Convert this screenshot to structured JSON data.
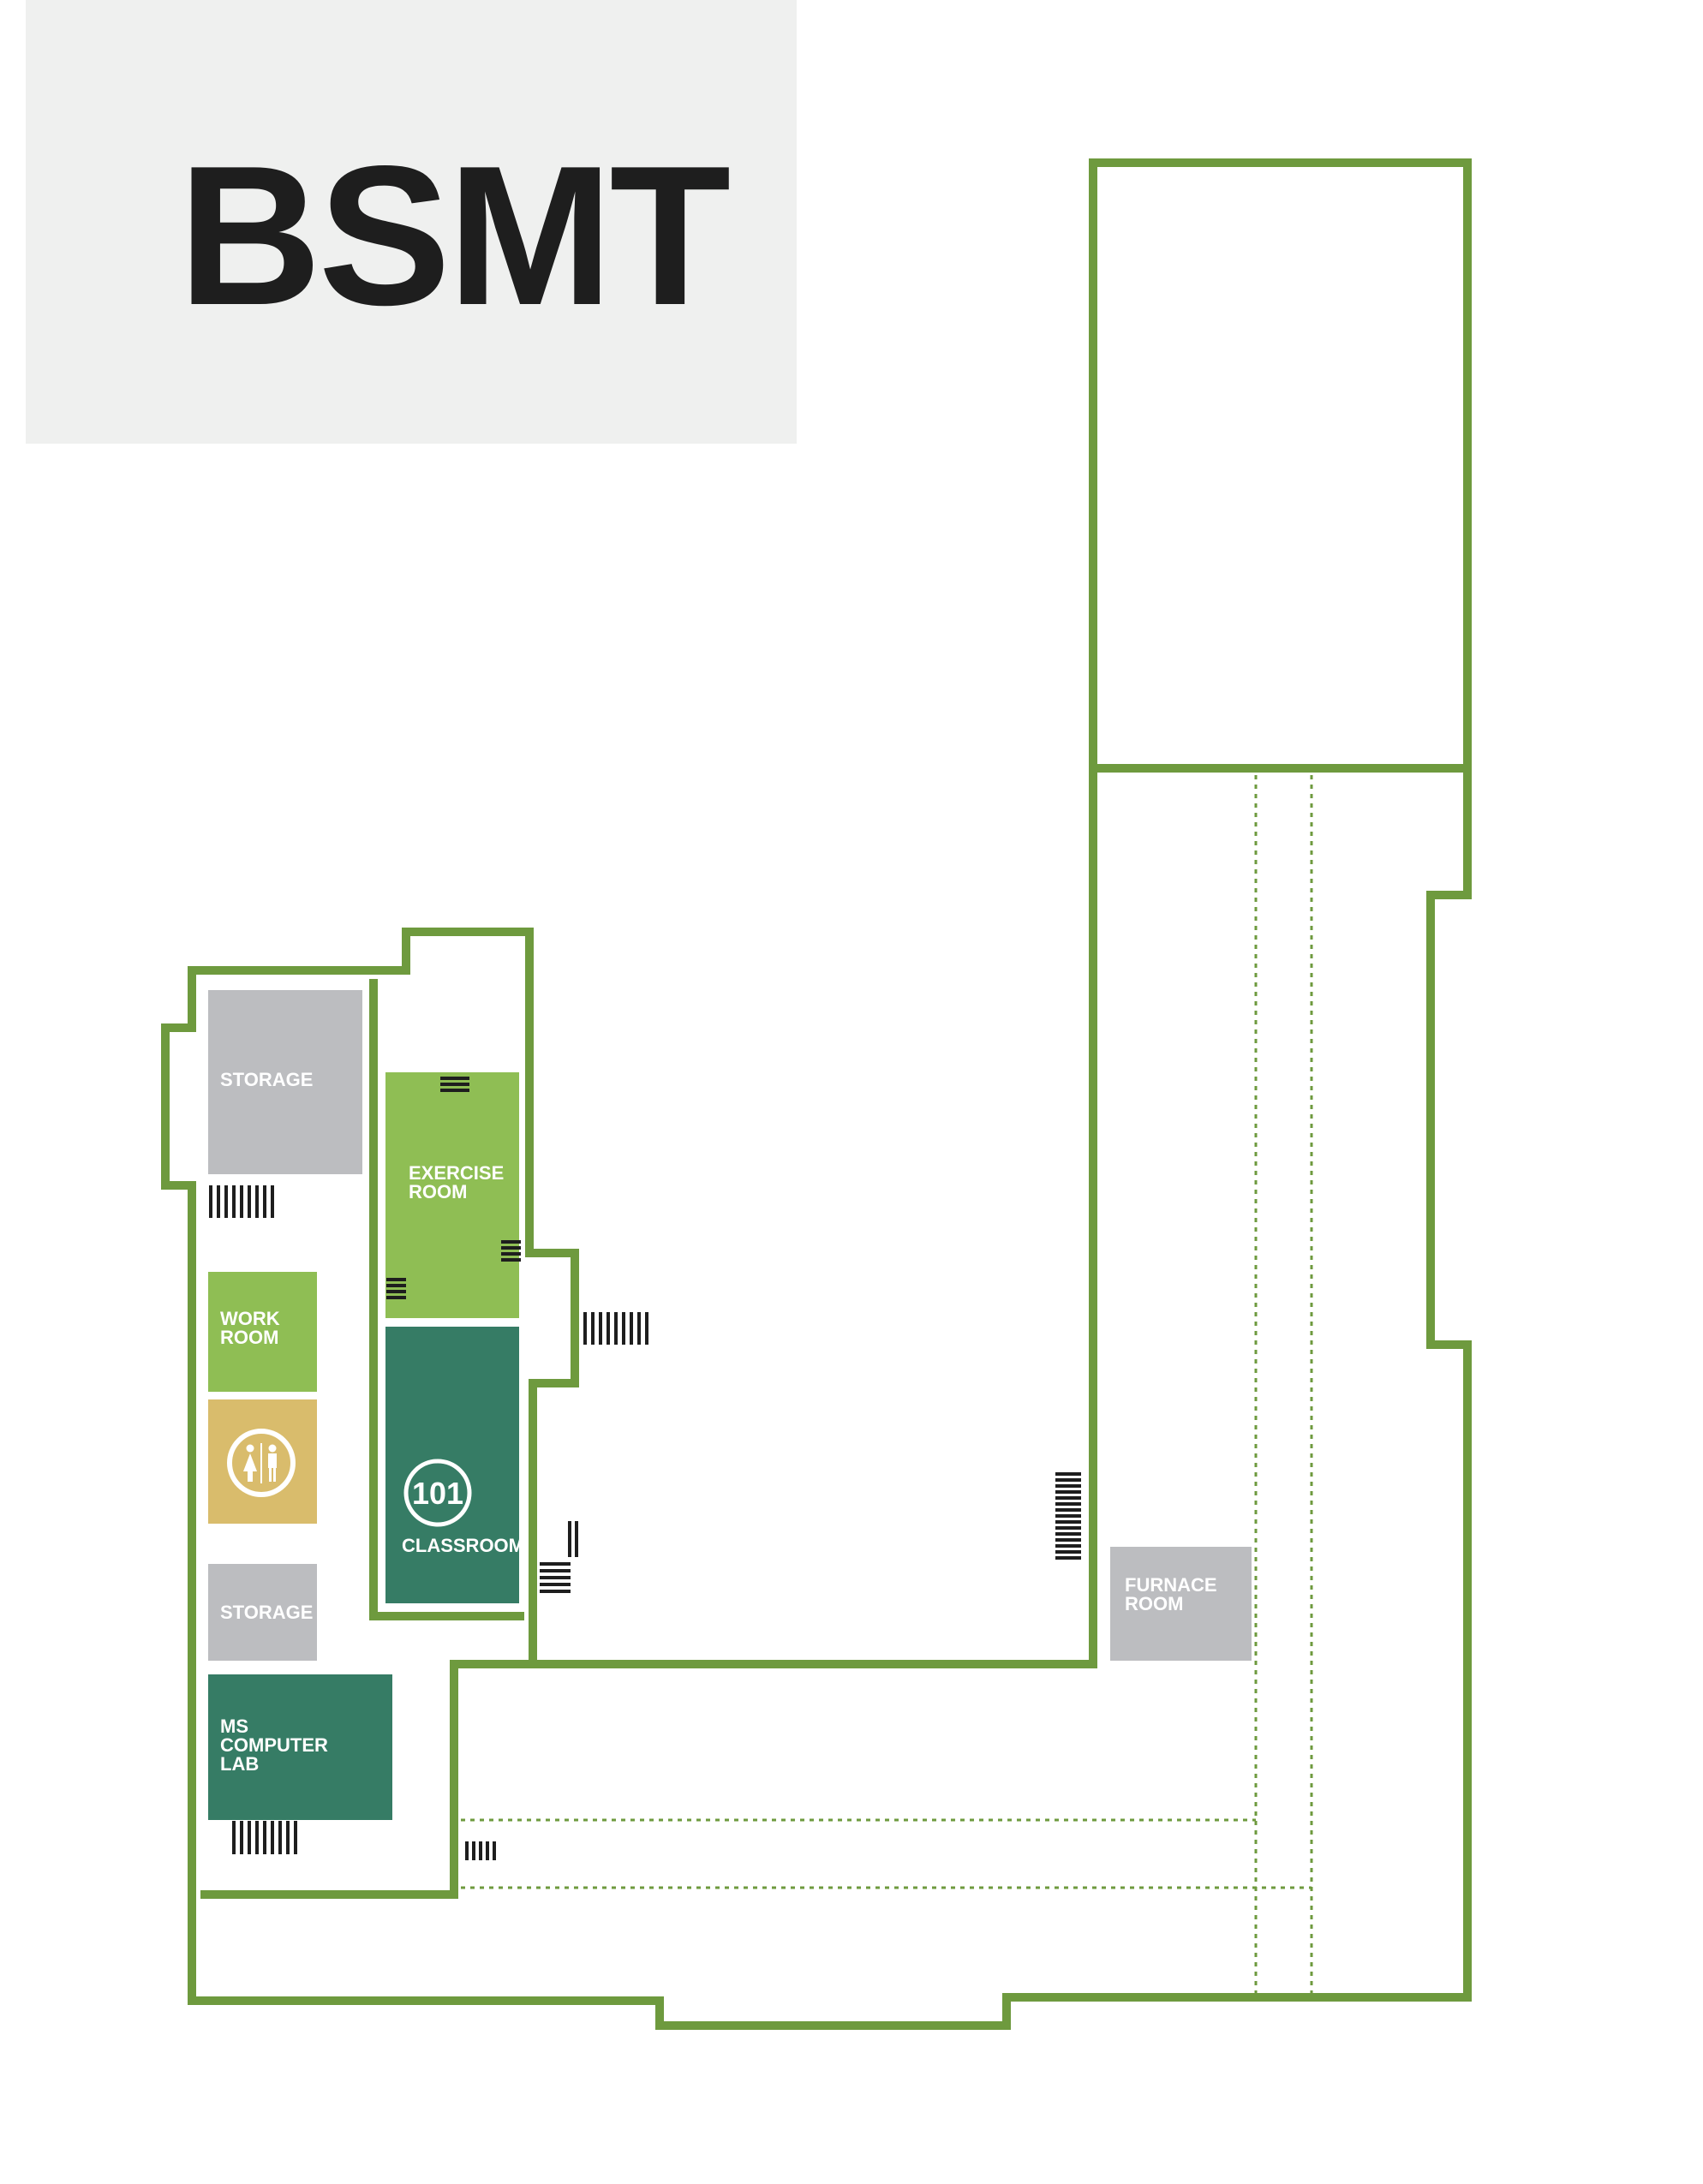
{
  "title": "BSMT",
  "colors": {
    "wall": "#6e9a3e",
    "storage": "#bcbdc0",
    "exercise": "#8fbe54",
    "workroom": "#8fbe54",
    "classroom": "#367c65",
    "computer_lab": "#367c65",
    "restroom": "#d9bc6c",
    "furnace": "#bcbdc0",
    "title_bg": "#eff0ef"
  },
  "rooms": {
    "storage_top": {
      "label": "STORAGE"
    },
    "exercise": {
      "lines": [
        "EXERCISE",
        "ROOM"
      ]
    },
    "work_room": {
      "lines": [
        "WORK",
        "ROOM"
      ]
    },
    "restroom": {
      "icon": "restroom-icon"
    },
    "classroom": {
      "number": "101",
      "label": "CLASSROOM"
    },
    "storage_bottom": {
      "label": "STORAGE"
    },
    "computer_lab": {
      "lines": [
        "MS",
        "COMPUTER",
        "LAB"
      ]
    },
    "furnace": {
      "lines": [
        "FURNACE",
        "ROOM"
      ]
    }
  }
}
